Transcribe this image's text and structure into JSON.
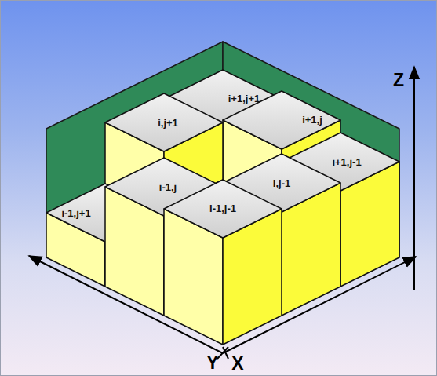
{
  "diagram": {
    "labels": [
      "i+1,j+1",
      "i,j+1",
      "i+1,j",
      "i-1,j+1",
      "i-1,j",
      "i,j-1",
      "i+1,j-1",
      "i-1,j-1",
      "Z",
      "Y",
      "X"
    ]
  }
}
